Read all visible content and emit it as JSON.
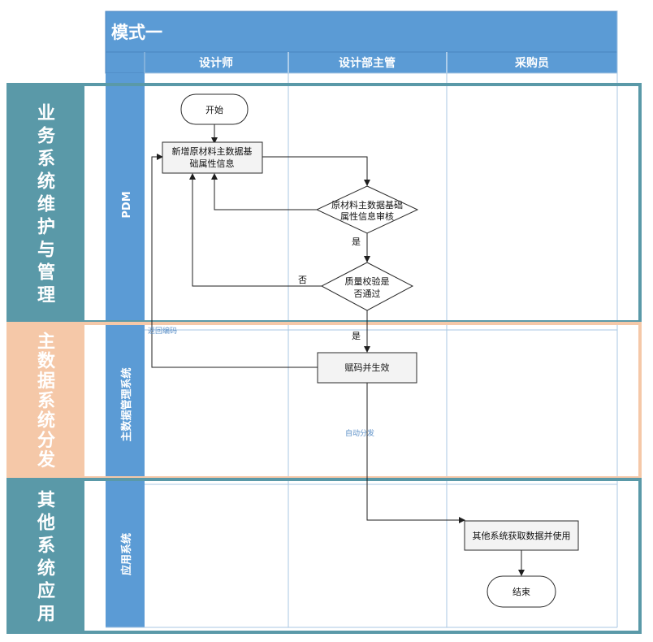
{
  "diagram": {
    "title": "模式一",
    "columns": [
      "设计师",
      "设计部主管",
      "采购员"
    ],
    "row_labels": [
      "PDM",
      "主数据管理系统",
      "应用系统"
    ],
    "groups": [
      "业务系统维护与管理",
      "主数据系统分发",
      "其他系统应用"
    ],
    "nodes": {
      "start": "开始",
      "create": [
        "新增原材料主数据基",
        "础属性信息"
      ],
      "review": [
        "原材料主数据基础",
        "属性信息审核"
      ],
      "quality": [
        "质量校验是",
        "否通过"
      ],
      "assign": "赋码并生效",
      "use": "其他系统获取数据并使用",
      "end": "结束"
    },
    "edges": {
      "yes1": "是",
      "no": "否",
      "yes2": "是",
      "return_code": "返回编码",
      "auto_dist": "自动分发"
    }
  },
  "colors": {
    "header_blue": "#5b9bd5",
    "teal": "#5a99a8",
    "peach": "#f5c8a8"
  }
}
